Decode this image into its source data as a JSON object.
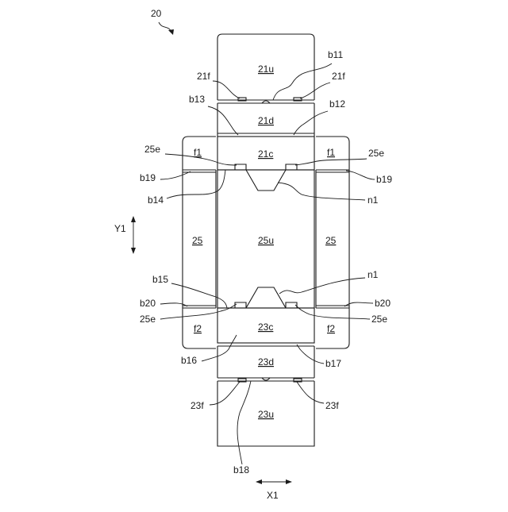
{
  "figure_number": "20",
  "panels": {
    "p21u": "21u",
    "p21d": "21d",
    "p21c": "21c",
    "p25u": "25u",
    "p25_left": "25",
    "p25_right": "25",
    "p23c": "23c",
    "p23d": "23d",
    "p23u": "23u",
    "f1_left": "f1",
    "f1_right": "f1",
    "f2_left": "f2",
    "f2_right": "f2"
  },
  "callouts": {
    "b11": "b11",
    "b12": "b12",
    "b13": "b13",
    "b14": "b14",
    "b15": "b15",
    "b16": "b16",
    "b17": "b17",
    "b18": "b18",
    "b19_left": "b19",
    "b19_right": "b19",
    "b20_left": "b20",
    "b20_right": "b20",
    "f21_left": "21f",
    "f21_right": "21f",
    "f23_left": "23f",
    "f23_right": "23f",
    "e25_tl": "25e",
    "e25_tr": "25e",
    "e25_bl": "25e",
    "e25_br": "25e",
    "n1_top": "n1",
    "n1_bottom": "n1"
  },
  "axes": {
    "y": "Y1",
    "x": "X1"
  }
}
